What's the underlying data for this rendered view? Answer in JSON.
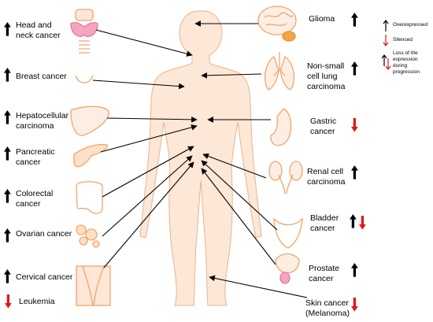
{
  "cancers_left": [
    {
      "label": "Head and\nneck cancer",
      "status": "up"
    },
    {
      "label": "Breast cancer",
      "status": "up"
    },
    {
      "label": "Hepatocellular\ncarcinoma",
      "status": "up"
    },
    {
      "label": "Pancreatic\ncancer",
      "status": "up"
    },
    {
      "label": "Colorectal\ncancer",
      "status": "up"
    },
    {
      "label": "Ovarian cancer",
      "status": "up"
    },
    {
      "label": "Cervical cancer",
      "status": "up"
    },
    {
      "label": "Leukemia",
      "status": "down"
    }
  ],
  "cancers_right": [
    {
      "label": "Glioma",
      "status": "up"
    },
    {
      "label": "Non-small\ncell lung\ncarcinoma",
      "status": "up"
    },
    {
      "label": "Gastric\ncancer",
      "status": "down"
    },
    {
      "label": "Renal cell\ncarcinoma",
      "status": "up"
    },
    {
      "label": "Bladder\ncancer",
      "status": "both"
    },
    {
      "label": "Prostate\ncancer",
      "status": "up"
    },
    {
      "label": "Skin cancer\n(Melanoma)",
      "status": "down"
    }
  ],
  "legend": {
    "overexpressed": "Overexpressed",
    "silenced": "Silenced",
    "loss": "Loss of the\nexpression\nduring\nprogression"
  },
  "colors": {
    "up": "#000000",
    "down": "#e0161b",
    "body_fill": "#fde7d6",
    "body_stroke": "#e9b48f",
    "organ": "#f2a56b"
  }
}
